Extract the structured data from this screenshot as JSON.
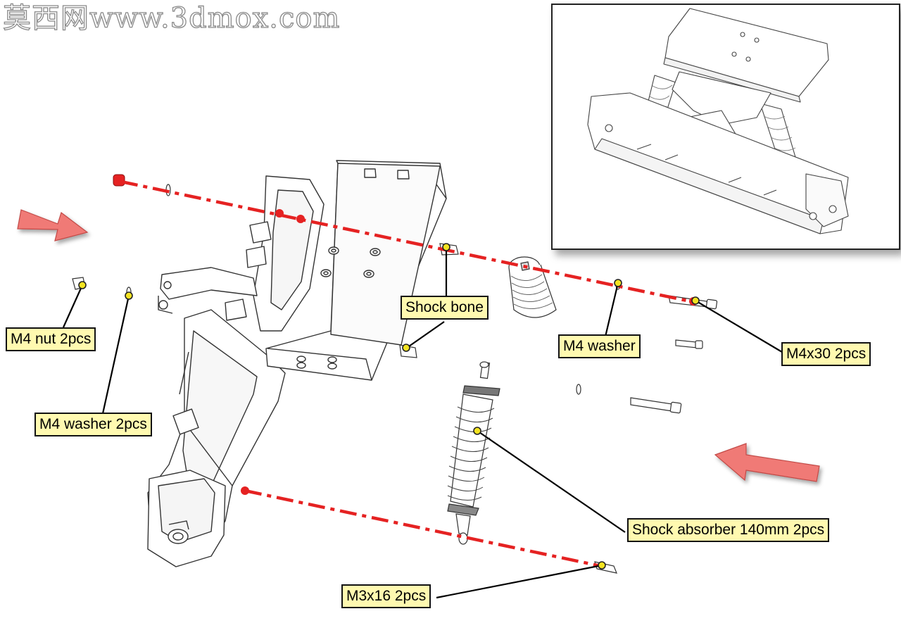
{
  "watermark": "莫西网www.3dmox.com",
  "labels": {
    "m4_nut": "M4 nut 2pcs",
    "m4_washer_2pcs": "M4 washer 2pcs",
    "shock_bone": "Shock bone",
    "m4_washer": "M4 washer",
    "m4x30": "M4x30 2pcs",
    "shock_absorber": "Shock absorber 140mm 2pcs",
    "m3x16": "M3x16 2pcs"
  },
  "colors": {
    "assembly_line": "#e52222",
    "arrow_fill": "#f07a76",
    "label_fill": "#fff9b0",
    "marker_dot": "#f3e321"
  },
  "icons": {
    "left_arrow": "right-pointing-arrow-icon",
    "right_arrow": "left-pointing-arrow-icon"
  }
}
